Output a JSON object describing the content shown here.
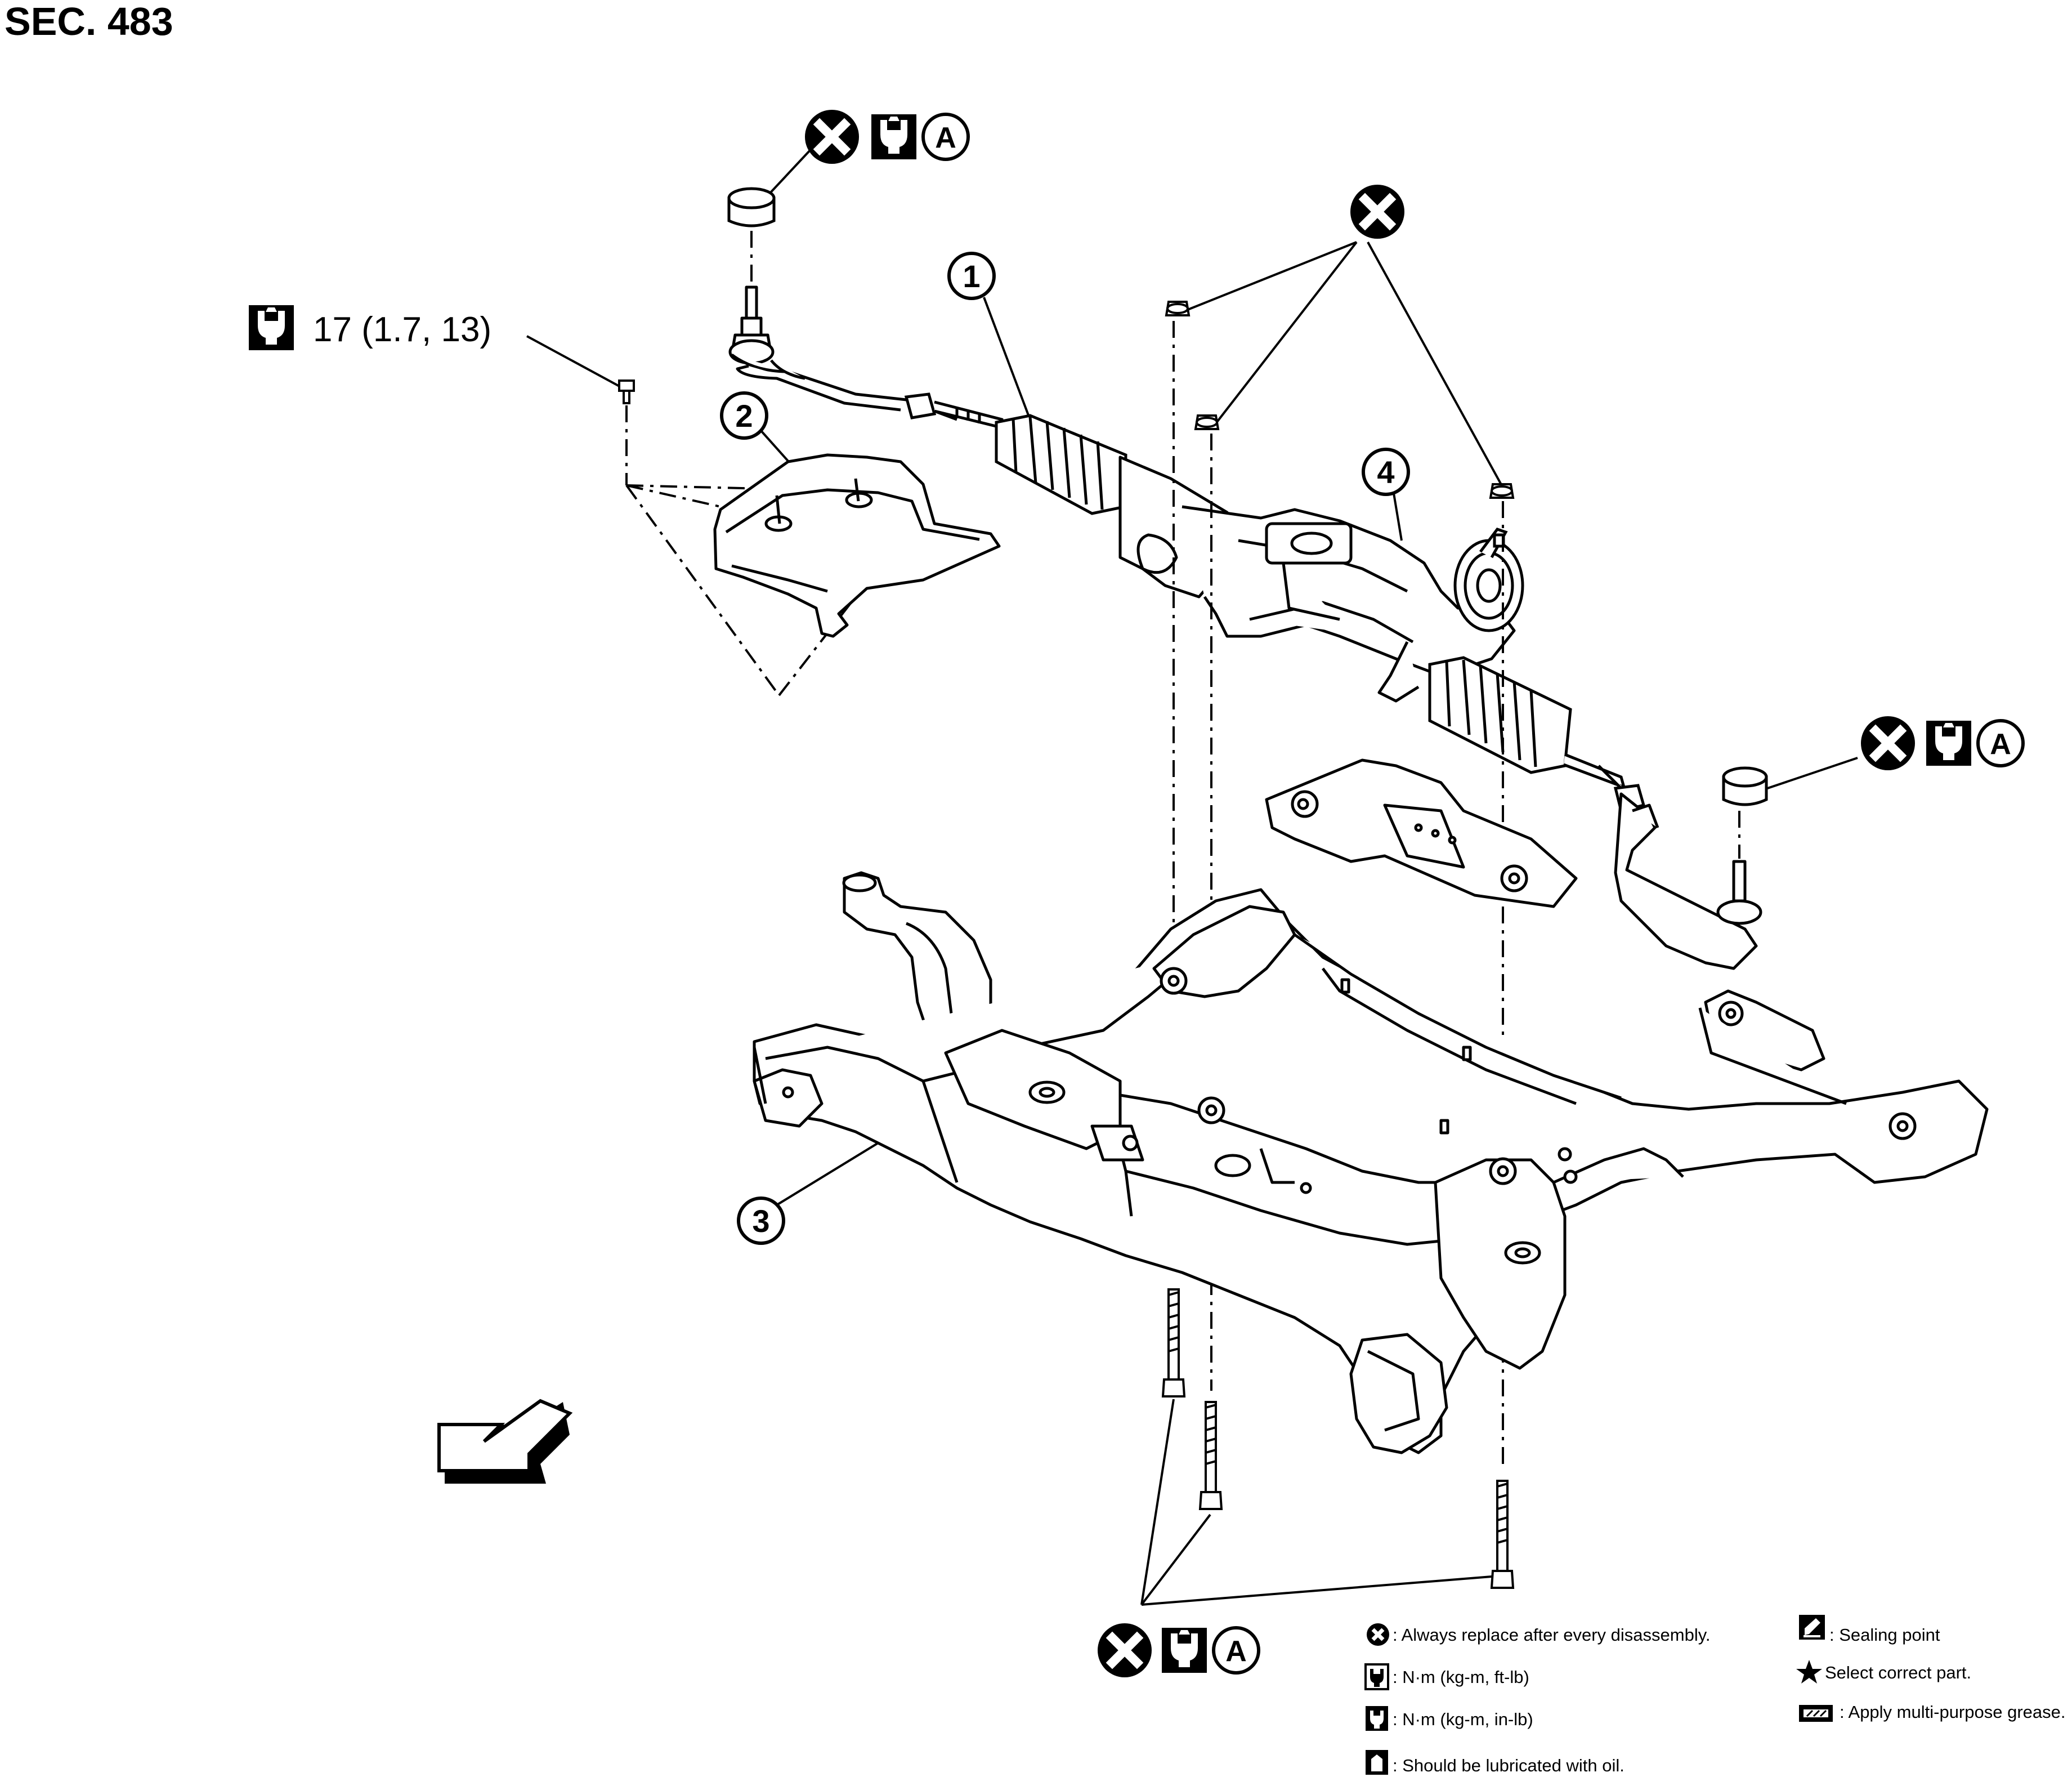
{
  "section_title": "SEC. 483",
  "torque_spec": "17 (1.7, 13)",
  "callouts": [
    {
      "id": "part-1",
      "label": "1"
    },
    {
      "id": "part-2",
      "label": "2"
    },
    {
      "id": "part-3",
      "label": "3"
    },
    {
      "id": "part-4",
      "label": "4"
    }
  ],
  "symbol_letter": "A",
  "legend": {
    "replace": ": Always replace after every disassembly.",
    "torque_nm_ftlb": ": N·m (kg-m, ft-lb)",
    "torque_nm_inlb": ": N·m (kg-m, in-lb)",
    "lubricate_oil": ": Should be lubricated with oil.",
    "sealing_point": ": Sealing point",
    "select_part": "Select correct part.",
    "grease": ": Apply multi-purpose grease."
  },
  "colors": {
    "ink": "#000000",
    "paper": "#ffffff"
  },
  "icons": [
    "replace-x-icon",
    "torque-wrench-icon",
    "circled-a-icon",
    "front-arrow-icon",
    "star-icon",
    "sealing-icon",
    "oil-can-icon",
    "grease-icon"
  ]
}
